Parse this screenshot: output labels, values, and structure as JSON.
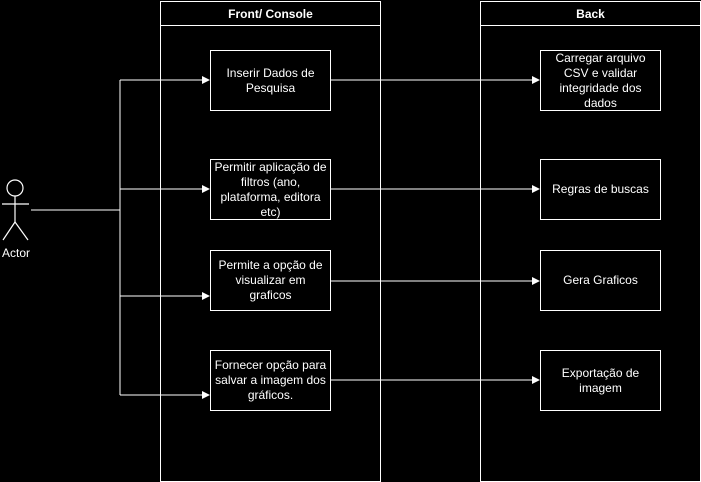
{
  "diagram": {
    "colors": {
      "background": "#000000",
      "stroke": "#ffffff",
      "text": "#ffffff"
    },
    "actor": {
      "label": "Actor"
    },
    "lanes": {
      "front": {
        "title": "Front/ Console"
      },
      "back": {
        "title": "Back"
      }
    },
    "front_boxes": [
      {
        "label": "Inserir Dados de Pesquisa"
      },
      {
        "label": "Permitir aplicação de filtros (ano, plataforma, editora etc)"
      },
      {
        "label": "Permite a opção de visualizar em graficos"
      },
      {
        "label": "Fornecer opção para salvar a imagem dos gráficos."
      }
    ],
    "back_boxes": [
      {
        "label": "Carregar arquivo CSV e validar integridade dos dados"
      },
      {
        "label": "Regras de buscas"
      },
      {
        "label": "Gera Graficos"
      },
      {
        "label": "Exportação de imagem"
      }
    ]
  }
}
